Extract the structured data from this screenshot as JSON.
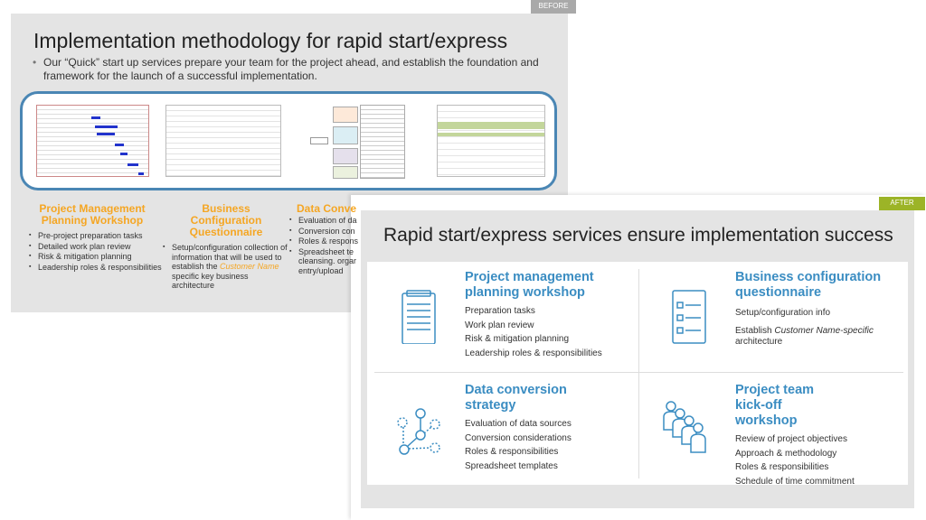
{
  "before": {
    "tag": "BEFORE",
    "title": "Implementation methodology for rapid start/express",
    "intro": "Our “Quick” start up services prepare your team for the project ahead, and establish the foundation and framework for the launch of a successful implementation.",
    "columns": [
      {
        "title": "Project Management Planning Workshop",
        "items": [
          "Pre-project preparation tasks",
          "Detailed work plan review",
          "Risk & mitigation planning",
          "Leadership roles & responsibilities"
        ]
      },
      {
        "title": "Business Configuration Questionnaire",
        "item_pre": "Setup/configuration collection of information that will be used to establish the ",
        "item_highlight": "Customer Name",
        "item_post": " specific key business architecture"
      },
      {
        "title": "Data Conve",
        "items": [
          "Evaluation of da",
          "Conversion con",
          "Roles & respons",
          "Spreadsheet te cleansing. orgar entry/upload"
        ]
      }
    ]
  },
  "after": {
    "tag": "AFTER",
    "title": "Rapid start/express services ensure implementation success",
    "cells": [
      {
        "title": "Project management planning workshop",
        "icon": "clipboard-icon",
        "items": [
          "Preparation tasks",
          "Work plan review",
          "Risk & mitigation planning",
          "Leadership roles & responsibilities"
        ]
      },
      {
        "title": "Business configuration questionnaire",
        "icon": "checklist-icon",
        "item1": "Setup/configuration info",
        "item2_pre": "Establish ",
        "item2_em": "Customer Name-specific",
        "item2_post": " architecture"
      },
      {
        "title": "Data conversion strategy",
        "icon": "network-icon",
        "items": [
          "Evaluation of data sources",
          "Conversion considerations",
          "Roles & responsibilities",
          "Spreadsheet templates"
        ]
      },
      {
        "title": "Project team kick-off workshop",
        "icon": "team-icon",
        "items": [
          "Review of project objectives",
          "Approach & methodology",
          "Roles & responsibilities",
          "Schedule of time commitment"
        ]
      }
    ]
  },
  "colors": {
    "accent_blue": "#3b8dc2",
    "orange": "#f5a623",
    "after_green": "#9cb427",
    "before_gray": "#a9a9a9"
  }
}
